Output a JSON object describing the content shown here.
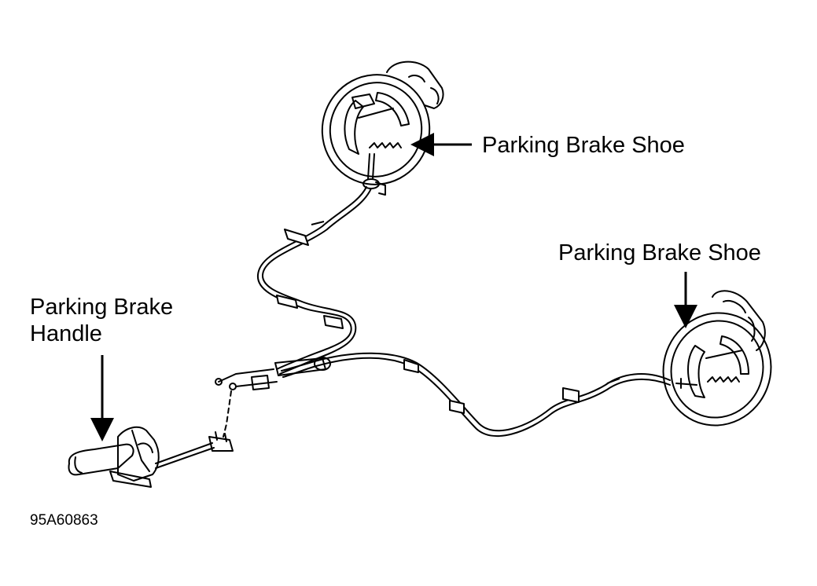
{
  "labels": {
    "shoe_top": "Parking Brake Shoe",
    "shoe_right": "Parking Brake Shoe",
    "handle_line1": "Parking Brake",
    "handle_line2": "Handle"
  },
  "figure_code": "95A60863",
  "colors": {
    "line": "#000000",
    "background": "#ffffff"
  }
}
